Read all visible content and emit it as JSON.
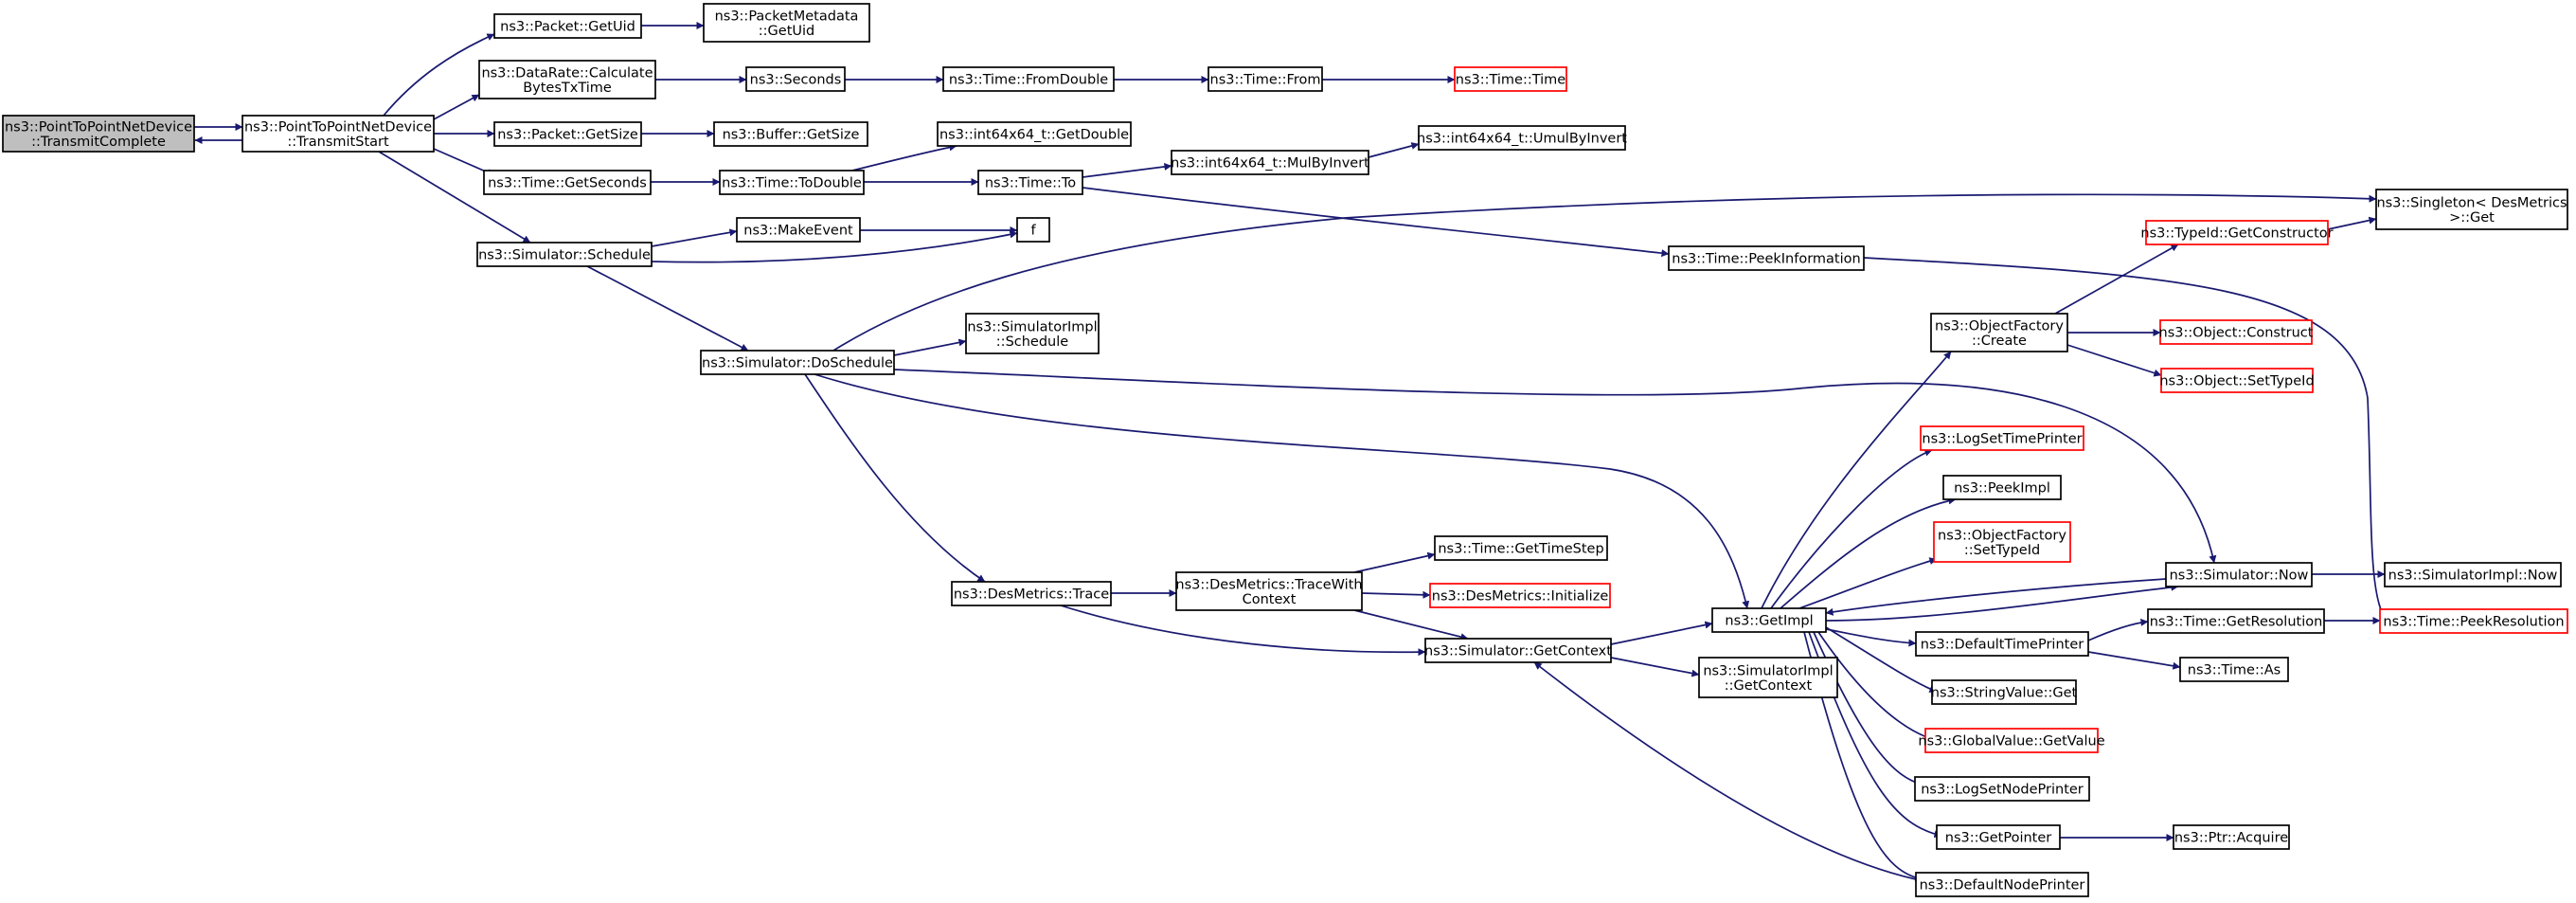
{
  "colors": {
    "edge": "#191970",
    "node_border": "#000000",
    "node_border_undocumented": "#ff0000",
    "root_fill": "#bfbfbf",
    "node_fill": "#ffffff"
  },
  "nodes": {
    "root": [
      "ns3::PointToPointNetDevice",
      "::TransmitComplete"
    ],
    "transmitStart": [
      "ns3::PointToPointNetDevice",
      "::TransmitStart"
    ],
    "packetGetUid": [
      "ns3::Packet::GetUid"
    ],
    "packetMetadataGetUid": [
      "ns3::PacketMetadata",
      "::GetUid"
    ],
    "dataRateCalc": [
      "ns3::DataRate::Calculate",
      "BytesTxTime"
    ],
    "seconds": [
      "ns3::Seconds"
    ],
    "timeFromDouble": [
      "ns3::Time::FromDouble"
    ],
    "timeFrom": [
      "ns3::Time::From"
    ],
    "timeTime": [
      "ns3::Time::Time"
    ],
    "packetGetSize": [
      "ns3::Packet::GetSize"
    ],
    "bufferGetSize": [
      "ns3::Buffer::GetSize"
    ],
    "int64GetDouble": [
      "ns3::int64x64_t::GetDouble"
    ],
    "timeGetSeconds": [
      "ns3::Time::GetSeconds"
    ],
    "timeToDouble": [
      "ns3::Time::ToDouble"
    ],
    "timeTo": [
      "ns3::Time::To"
    ],
    "mulByInvert": [
      "ns3::int64x64_t::MulByInvert"
    ],
    "umulByInvert": [
      "ns3::int64x64_t::UmulByInvert"
    ],
    "makeEvent": [
      "ns3::MakeEvent"
    ],
    "f": [
      "f"
    ],
    "simSchedule": [
      "ns3::Simulator::Schedule"
    ],
    "singletonGet": [
      "ns3::Singleton< DesMetrics",
      ">::Get"
    ],
    "peekInformation": [
      "ns3::Time::PeekInformation"
    ],
    "typeIdGetConstructor": [
      "ns3::TypeId::GetConstructor"
    ],
    "objectFactoryCreate": [
      "ns3::ObjectFactory",
      "::Create"
    ],
    "objectConstruct": [
      "ns3::Object::Construct"
    ],
    "objectSetTypeId": [
      "ns3::Object::SetTypeId"
    ],
    "simImplSchedule": [
      "ns3::SimulatorImpl",
      "::Schedule"
    ],
    "doSchedule": [
      "ns3::Simulator::DoSchedule"
    ],
    "logSetTimePrinter": [
      "ns3::LogSetTimePrinter"
    ],
    "peekImpl": [
      "ns3::PeekImpl"
    ],
    "objectFactorySetTypeId": [
      "ns3::ObjectFactory",
      "::SetTypeId"
    ],
    "getTimeStep": [
      "ns3::Time::GetTimeStep"
    ],
    "desMetricsTrace": [
      "ns3::DesMetrics::Trace"
    ],
    "traceWithContext": [
      "ns3::DesMetrics::TraceWith",
      "Context"
    ],
    "desMetricsInitialize": [
      "ns3::DesMetrics::Initialize"
    ],
    "simNow": [
      "ns3::Simulator::Now"
    ],
    "simImplNow": [
      "ns3::SimulatorImpl::Now"
    ],
    "getImpl": [
      "ns3::GetImpl"
    ],
    "defaultTimePrinter": [
      "ns3::DefaultTimePrinter"
    ],
    "getResolution": [
      "ns3::Time::GetResolution"
    ],
    "peekResolution": [
      "ns3::Time::PeekResolution"
    ],
    "simGetContext": [
      "ns3::Simulator::GetContext"
    ],
    "simImplGetContext": [
      "ns3::SimulatorImpl",
      "::GetContext"
    ],
    "timeAs": [
      "ns3::Time::As"
    ],
    "stringValueGet": [
      "ns3::StringValue::Get"
    ],
    "globalValueGetValue": [
      "ns3::GlobalValue::GetValue"
    ],
    "logSetNodePrinter": [
      "ns3::LogSetNodePrinter"
    ],
    "getPointer": [
      "ns3::GetPointer"
    ],
    "ptrAcquire": [
      "ns3::Ptr::Acquire"
    ],
    "defaultNodePrinter": [
      "ns3::DefaultNodePrinter"
    ]
  }
}
